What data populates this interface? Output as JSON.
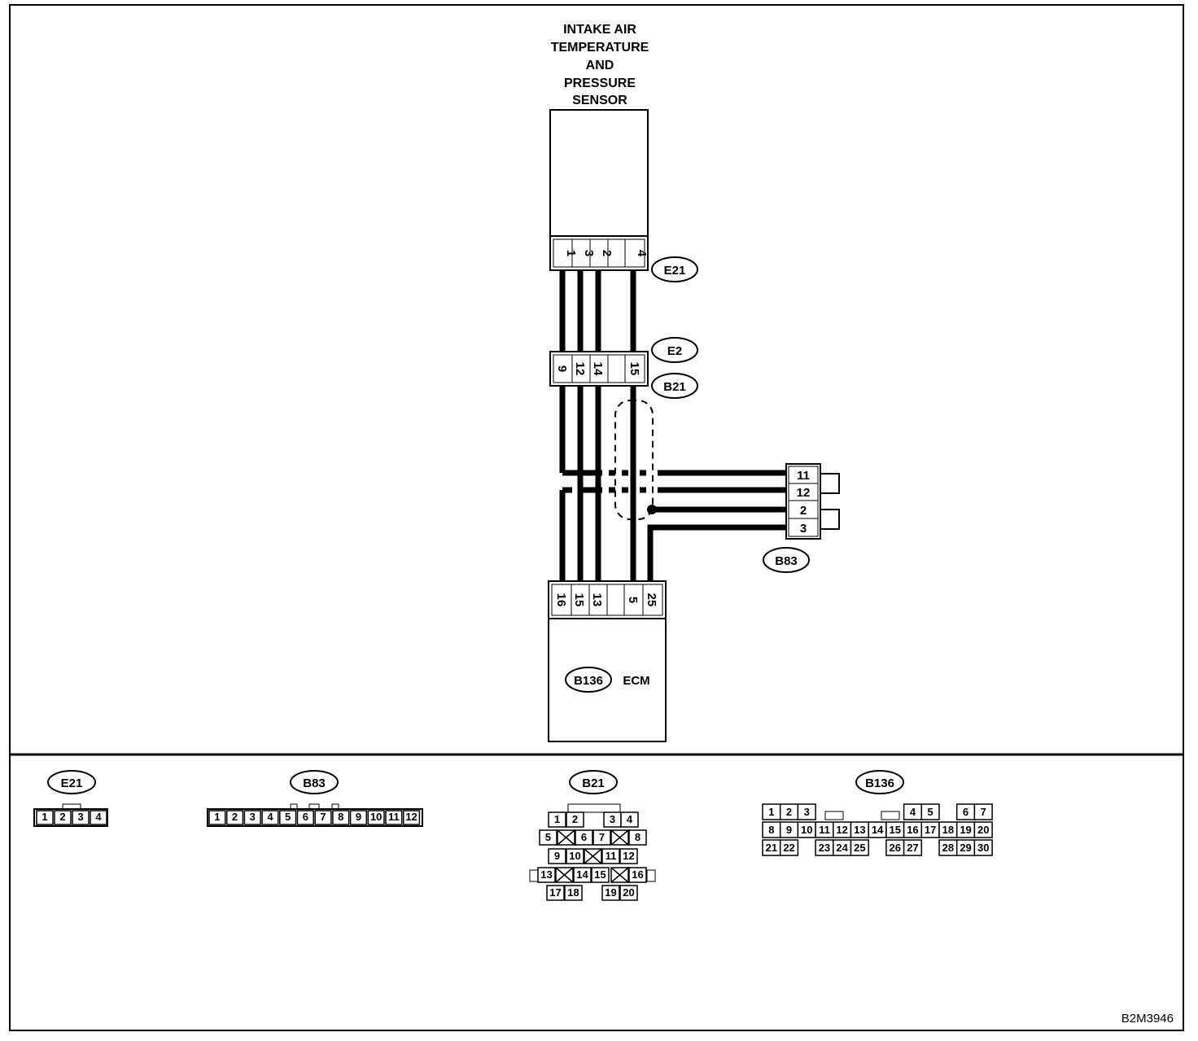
{
  "sensor": {
    "title_lines": [
      "INTAKE AIR",
      "TEMPERATURE",
      "AND",
      "PRESSURE",
      "SENSOR"
    ],
    "pins": [
      "1",
      "3",
      "2",
      "",
      "4"
    ]
  },
  "connector_labels": {
    "e21": "E21",
    "e2": "E2",
    "b21": "B21",
    "b83": "B83",
    "b136": "B136"
  },
  "inline_connector": {
    "pins": [
      "9",
      "12",
      "14",
      "",
      "15"
    ]
  },
  "b83_pins": [
    "11",
    "12",
    "2",
    "3"
  ],
  "ecm": {
    "name": "ECM",
    "pins": [
      "16",
      "15",
      "13",
      "",
      "5",
      "25"
    ]
  },
  "face_views": {
    "e21": {
      "label": "E21",
      "pins": [
        "1",
        "2",
        "3",
        "4"
      ]
    },
    "b83": {
      "label": "B83",
      "pins": [
        "1",
        "2",
        "3",
        "4",
        "5",
        "6",
        "7",
        "8",
        "9",
        "10",
        "11",
        "12"
      ]
    },
    "b21": {
      "label": "B21",
      "rows": [
        [
          "1",
          "2",
          "3",
          "4"
        ],
        [
          "5",
          "6",
          "7",
          "8"
        ],
        [
          "9",
          "10",
          "11",
          "12"
        ],
        [
          "13",
          "14",
          "15",
          "16"
        ],
        [
          "17",
          "18",
          "19",
          "20"
        ]
      ]
    },
    "b136": {
      "label": "B136",
      "rows": [
        [
          "1",
          "2",
          "3",
          "4",
          "5",
          "6",
          "7"
        ],
        [
          "8",
          "9",
          "10",
          "11",
          "12",
          "13",
          "14",
          "15",
          "16",
          "17",
          "18",
          "19",
          "20"
        ],
        [
          "21",
          "22",
          "23",
          "24",
          "25",
          "26",
          "27",
          "28",
          "29",
          "30"
        ]
      ]
    }
  },
  "figure_id": "B2M3946"
}
